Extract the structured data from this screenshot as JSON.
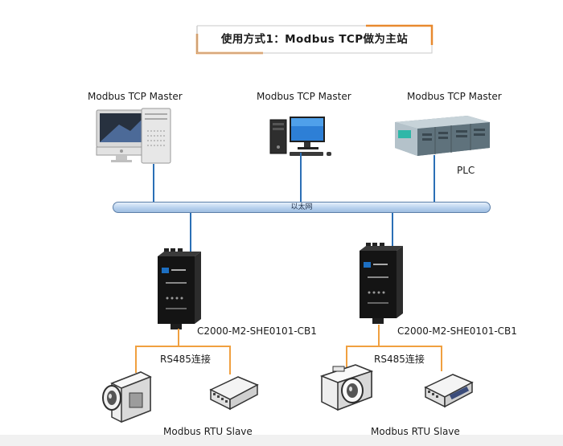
{
  "title": "使用方式1：Modbus TCP做为主站",
  "masters": [
    "Modbus TCP Master",
    "Modbus TCP Master",
    "Modbus TCP Master"
  ],
  "plc_label": "PLC",
  "ethernet_label": "以太网",
  "converter_label": "C2000-M2-SHE0101-CB1",
  "rs485_label": "RS485连接",
  "slave_label": "Modbus RTU Slave",
  "colors": {
    "title_accent": "#e8892f",
    "ethernet_line": "#2b6fb6",
    "rs485_line": "#f0a040"
  }
}
